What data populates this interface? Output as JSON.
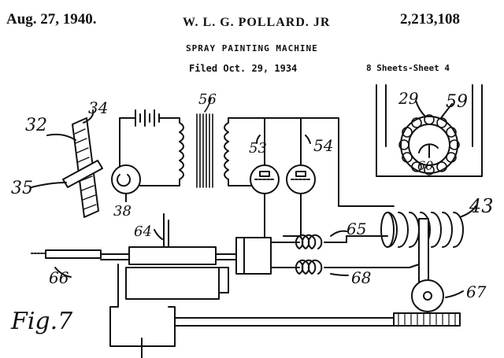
{
  "header": {
    "date": "Aug. 27, 1940.",
    "inventor": "W. L. G. POLLARD. JR",
    "patent_number": "2,213,108",
    "title": "SPRAY PAINTING MACHINE",
    "filed": "Filed Oct. 29, 1934",
    "sheets": "8 Sheets-Sheet 4"
  },
  "figure": {
    "label": "Fig.7",
    "refs": {
      "r29": "29",
      "r32": "32",
      "r34": "34",
      "r35": "35",
      "r38": "38",
      "r43": "43",
      "r53": "53",
      "r54": "54",
      "r56": "56",
      "r59": "59",
      "r60": "60",
      "r64": "64",
      "r65": "65",
      "r66": "66",
      "r67": "67",
      "r68": "68"
    }
  },
  "colors": {
    "ink": "#111111",
    "paper": "#ffffff"
  }
}
